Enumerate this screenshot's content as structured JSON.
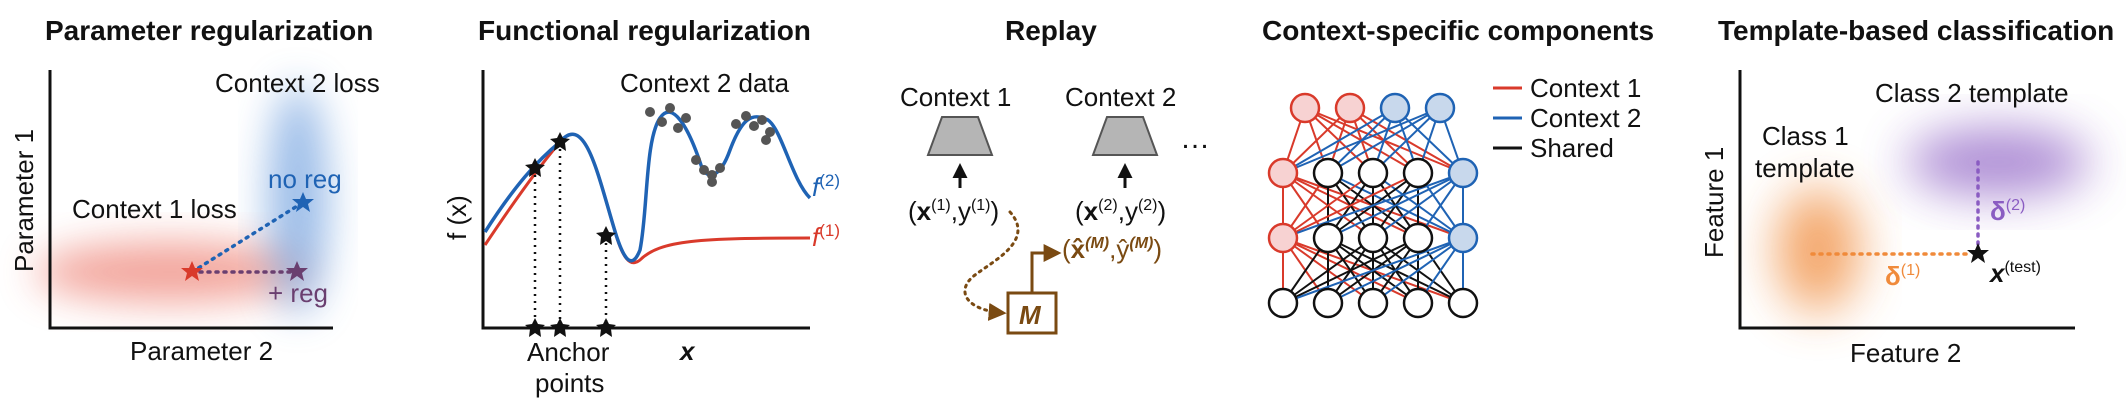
{
  "colors": {
    "context1": "#d93a2b",
    "context2": "#1f63b4",
    "shared": "#111111",
    "replay": "#7a4a12",
    "class1": "#f08a3a",
    "class2": "#8a5cc2",
    "plusreg": "#6a3f70"
  },
  "panels": [
    {
      "title": "Parameter regularization",
      "xlabel": "Parameter 2",
      "ylabel": "Parameter 1",
      "context1_loss": "Context 1 loss",
      "context2_loss": "Context 2 loss",
      "no_reg": "no reg",
      "plus_reg": "+ reg"
    },
    {
      "title": "Functional regularization",
      "ylabel": "f (x)",
      "xlabel": "x",
      "context2_data": "Context 2 data",
      "f2": "f",
      "f2_sup": "(2)",
      "f1": "f",
      "f1_sup": "(1)",
      "anchor_line1": "Anchor",
      "anchor_line2": "points"
    },
    {
      "title": "Replay",
      "context1": "Context 1",
      "context2": "Context 2",
      "ellipsis": "…",
      "x1": "x",
      "x1_sup": "(1)",
      "y1": "y",
      "y1_sup": "(1)",
      "x2": "x",
      "x2_sup": "(2)",
      "y2": "y",
      "y2_sup": "(2)",
      "model": "M",
      "xhat": "x̂",
      "yhat": "ŷ",
      "hat_sup": "(M)"
    },
    {
      "title": "Context-specific components",
      "legend": [
        "Context 1",
        "Context 2",
        "Shared"
      ]
    },
    {
      "title": "Template-based classification",
      "xlabel": "Feature 2",
      "ylabel": "Feature 1",
      "class1_line1": "Class 1",
      "class1_line2": "template",
      "class2": "Class 2 template",
      "delta": "δ",
      "delta1_sup": "(1)",
      "delta2_sup": "(2)",
      "xtest": "x",
      "xtest_sup": "(test)"
    }
  ]
}
